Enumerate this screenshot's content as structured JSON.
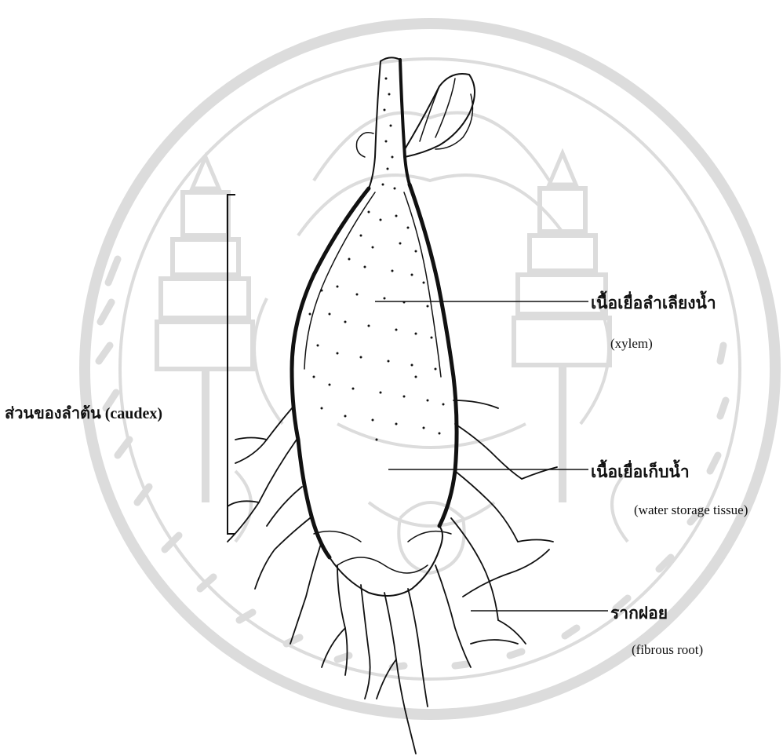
{
  "labels": {
    "caudex": "ส่วนของลำต้น (caudex)",
    "xylem_th": "เนื้อเยื่อลำเลียงน้ำ",
    "xylem_en": "(xylem)",
    "storage_th": "เนื้อเยื่อเก็บน้ำ",
    "storage_en": "(water storage tissue)",
    "root_th": "รากฝอย",
    "root_en": "(fibrous root)"
  },
  "colors": {
    "ink": "#111111",
    "watermark": "#d9d9d9"
  },
  "icons": {
    "watermark": "university-seal-watermark",
    "drawing": "caudex-plant-illustration"
  }
}
